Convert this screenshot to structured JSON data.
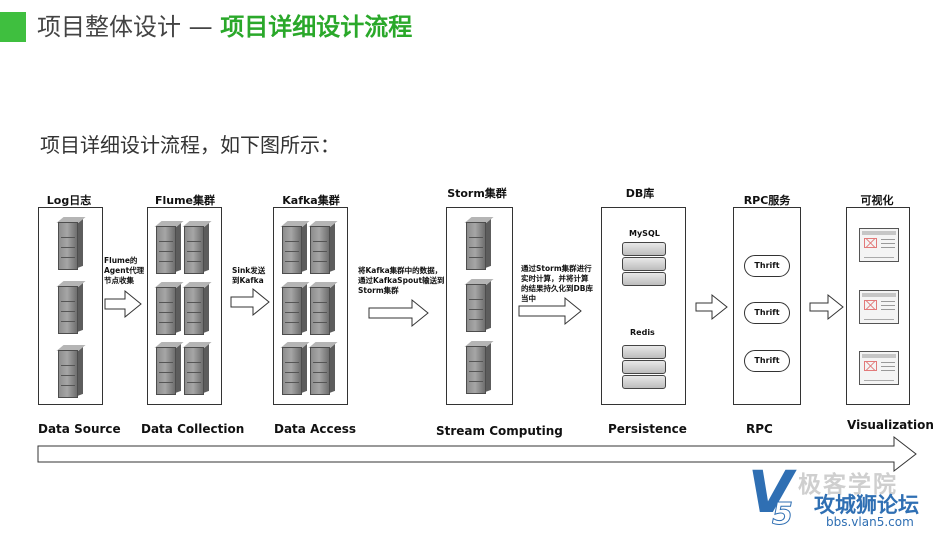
{
  "header": {
    "title_plain": "项目整体设计 — ",
    "title_highlight": "项目详细设计流程"
  },
  "subtitle": "项目详细设计流程，如下图所示：",
  "columns": [
    {
      "title": "Log日志",
      "stage": "Data Source"
    },
    {
      "title": "Flume集群",
      "stage": "Data Collection"
    },
    {
      "title": "Kafka集群",
      "stage": "Data Access"
    },
    {
      "title": "Storm集群",
      "stage": "Stream Computing"
    },
    {
      "title": "DB库",
      "stage": "Persistence"
    },
    {
      "title": "RPC服务",
      "stage": "RPC"
    },
    {
      "title": "可视化",
      "stage": "Visualization"
    }
  ],
  "notes": {
    "flume": [
      "Flume的",
      "Agent代理",
      "节点收集"
    ],
    "sink": [
      "Sink发送",
      "到Kafka"
    ],
    "kafka_storm": [
      "将Kafka集群中的数据，",
      "通过KafkaSpout输送到",
      "Storm集群"
    ],
    "storm_db": [
      "通过Storm集群进行",
      "实时计算，并将计算",
      "的结果持久化到DB库",
      "当中"
    ]
  },
  "db": {
    "mysql": "MySQL",
    "redis": "Redis"
  },
  "rpc": {
    "nodes": [
      "Thrift",
      "Thrift",
      "Thrift"
    ]
  },
  "watermark": {
    "letter": "V",
    "digit": "5",
    "line1": "极客学院",
    "line2": "攻城狮论坛",
    "url": "bbs.vlan5.com"
  },
  "colors": {
    "accent": "#3fbf3f",
    "highlight": "#2aa82a",
    "watermark": "#2f6fb3"
  }
}
